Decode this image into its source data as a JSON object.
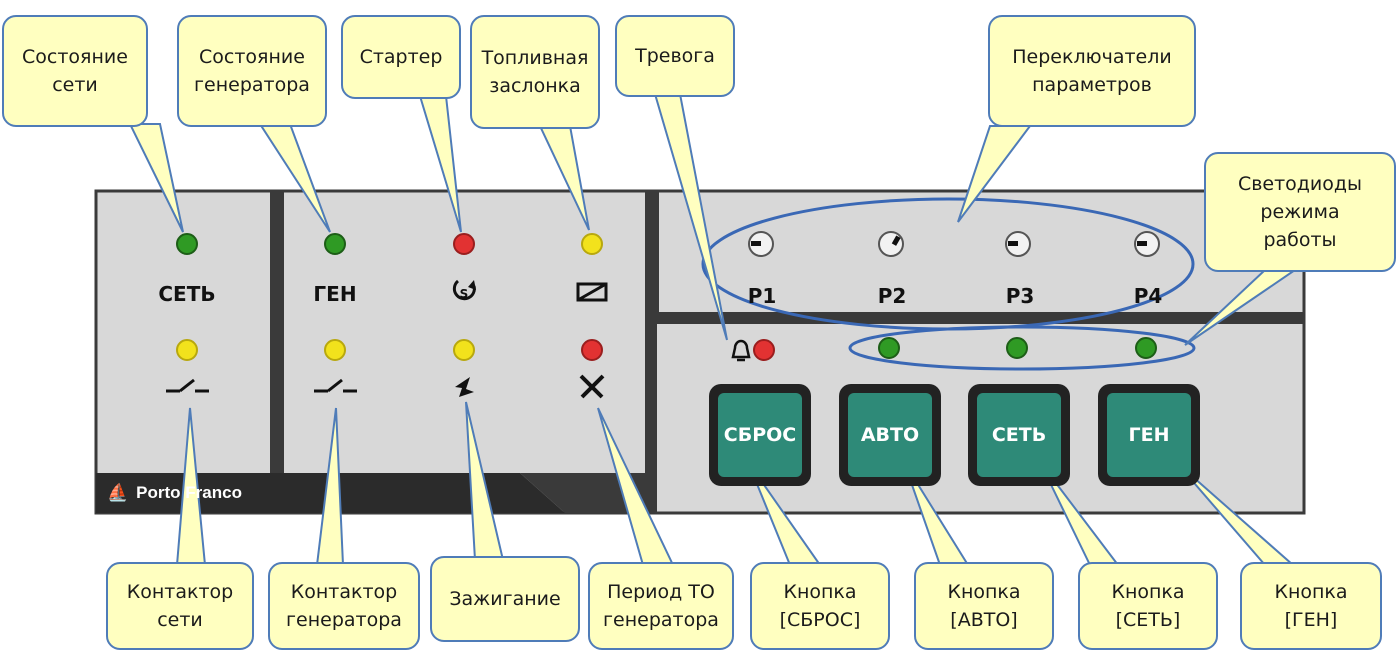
{
  "colors": {
    "panel": "#d8d8d8",
    "panel_border": "#3a3a3a",
    "led_green": "#2f9a24",
    "led_red": "#e23232",
    "led_yellow": "#f2e21c",
    "button": "#2e8a78",
    "callout_fill": "#ffffc0",
    "callout_border": "#4f7cb8"
  },
  "panel": {
    "labels": {
      "mains": "СЕТЬ",
      "gen": "ГЕН"
    },
    "logo": "Porto Franco",
    "dials": [
      "P1",
      "P2",
      "P3",
      "P4"
    ],
    "buttons": [
      "СБРОС",
      "АВТО",
      "СЕТЬ",
      "ГЕН"
    ]
  },
  "callouts": {
    "mains_state": "Состояние\nсети",
    "gen_state": "Состояние\nгенератора",
    "starter": "Стартер",
    "fuel_valve": "Топливная\nзаслонка",
    "alarm": "Тревога",
    "param_switches": "Переключатели\nпараметров",
    "mode_leds": "Светодиоды\nрежима\nработы",
    "mains_contactor": "Контактор\nсети",
    "gen_contactor": "Контактор\nгенератора",
    "ignition": "Зажигание",
    "service_period": "Период ТО\nгенератора",
    "btn_reset": "Кнопка\n[СБРОС]",
    "btn_auto": "Кнопка\n[АВТО]",
    "btn_mains": "Кнопка\n[СЕТЬ]",
    "btn_gen": "Кнопка\n[ГЕН]"
  }
}
